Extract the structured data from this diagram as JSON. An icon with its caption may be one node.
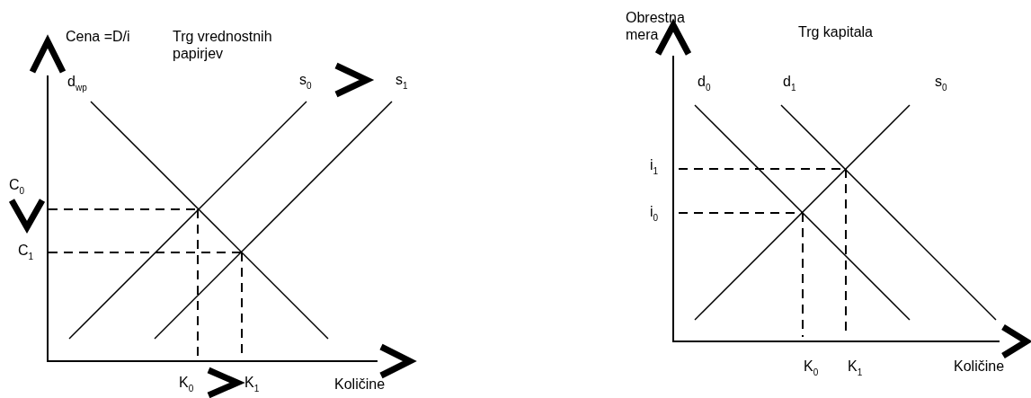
{
  "diagram": {
    "labels": [
      "Cena =D/i",
      "Trg vrednostnih papirjev",
      "d$_{wp}$",
      "s$_{0}$",
      "s$_{1}$",
      "C$_{0}$",
      "C$_{1}$",
      "K$_{0}$",
      "K$_{1}$",
      "Količine",
      "Obrestna mera",
      "Trg kapitala",
      "d$_{0}$",
      "d$_{1}$",
      "s$_{0}$",
      "i$_{1}$",
      "i$_{0}$",
      "K$_{0}$",
      "K$_{1}$",
      "Količine"
    ]
  }
}
